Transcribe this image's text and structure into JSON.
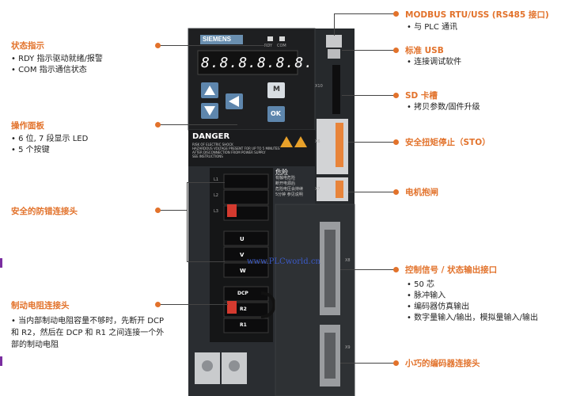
{
  "device": {
    "brand": "SIEMENS",
    "led_labels": [
      "RDY",
      "COM"
    ],
    "display": "8.8.8.8.8.8.",
    "keys": [
      "M",
      "OK"
    ],
    "danger_title": "DANGER",
    "danger_lines": [
      "RISK OF ELECTRIC SHOCK",
      "HAZARDOUS VOLTAGE PRESENT FOR UP TO 5 MINUTES",
      "AFTER DISCONNECTION FROM POWER SUPPLY",
      "SEE INSTRUCTIONS"
    ],
    "danger_cn_title": "危险",
    "danger_cn_lines": [
      "有触电危险",
      "断开电源后",
      "危险电压会持续",
      "5分钟 参见说明"
    ],
    "terminal_labels": [
      "L1",
      "L2",
      "L3",
      "U",
      "V",
      "W",
      "DCP",
      "R1",
      "R2"
    ],
    "x_labels": [
      "X8",
      "X9",
      "X10",
      "X6",
      "X7"
    ],
    "watermark": "www.PLCworld.cn"
  },
  "annotations": {
    "modbus": {
      "title": "MODBUS RTU/USS (RS485 接口)",
      "items": [
        "与 PLC 通讯"
      ]
    },
    "usb": {
      "title": "标准 USB",
      "items": [
        "连接调试软件"
      ]
    },
    "sd": {
      "title": "SD 卡槽",
      "items": [
        "拷贝参数/固件升级"
      ]
    },
    "sto": {
      "title": "安全扭矩停止（STO）"
    },
    "brake": {
      "title": "电机抱闸"
    },
    "ctrl": {
      "title": "控制信号 / 状态输出接口",
      "items": [
        "50 芯",
        "脉冲输入",
        "编码器仿真输出",
        "数字量输入/输出，模拟量输入/输出"
      ]
    },
    "encoder": {
      "title": "小巧的编码器连接头"
    },
    "status": {
      "title": "状态指示",
      "items": [
        "RDY 指示驱动就绪/报警",
        "COM 指示通信状态"
      ]
    },
    "panel": {
      "title": "操作面板",
      "items": [
        "6 位, 7 段显示 LED",
        "5 个按键"
      ]
    },
    "antimis": {
      "title": "安全的防错连接头"
    },
    "brakeres": {
      "title": "制动电阻连接头",
      "text": "当内部制动电阻容量不够时，先断开 DCP 和 R2，然后在 DCP 和 R1 之间连接一个外部的制动电阻"
    }
  },
  "colors": {
    "accent": "#e2722b",
    "body": "#2a2d31",
    "bezel": "#1b1c1e",
    "key": "#5e86ad",
    "connector_orange": "#e8843a",
    "red_tab": "#d43a2f"
  }
}
